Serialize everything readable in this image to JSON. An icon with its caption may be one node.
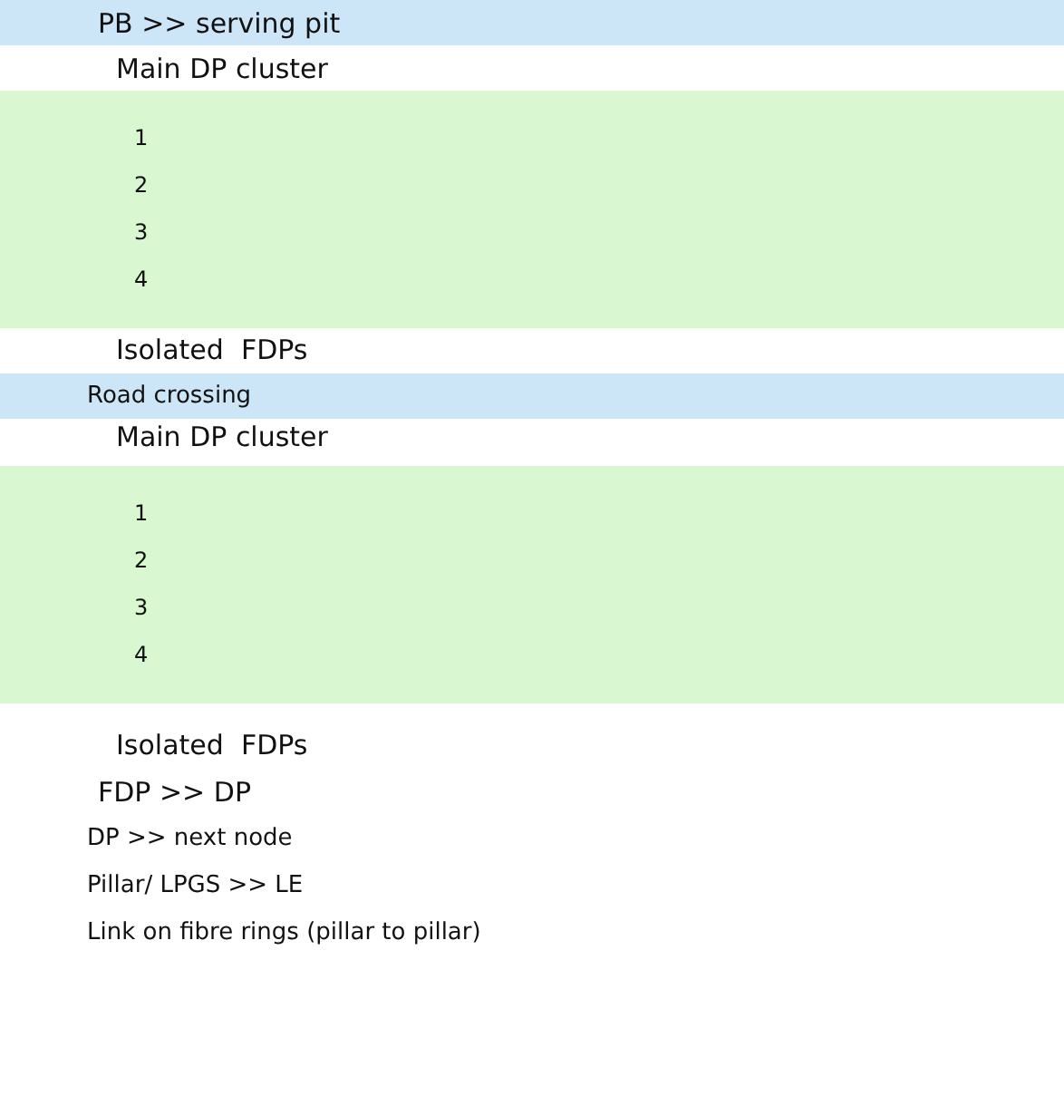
{
  "diagram": {
    "nodes": [
      {
        "text": [
          "PB >> serving pit"
        ]
      },
      {
        "text": [
          "1",
          "2",
          "3",
          "4"
        ]
      },
      {
        "text": [
          "Road crossing"
        ]
      },
      {
        "text": [
          "1",
          "2",
          "3",
          "4"
        ]
      }
    ],
    "labels": [
      "Main DP cluster",
      "Isolated  FDPs",
      "Main DP cluster",
      "Isolated  FDPs",
      "FDP >> DP",
      "DP >> next node",
      "Pillar/ LPGS >> LE",
      "Link on fibre rings (pillar to pillar)"
    ]
  }
}
